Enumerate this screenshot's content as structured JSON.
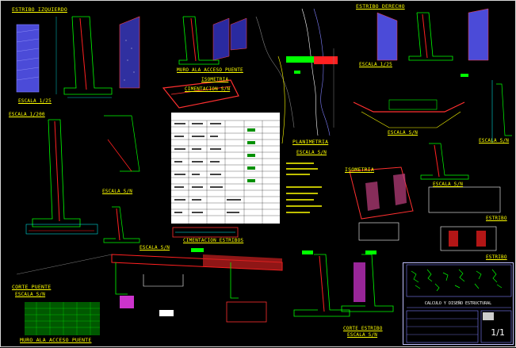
{
  "labels": {
    "estribo_izquierdo": "ESTRIBO IZQUIERDO",
    "estribo_derecho": "ESTRIBO DERECHO",
    "escala_top_left": "ESCALA 1/25",
    "escala_left": "ESCALA 1/200",
    "escala_right_top": "ESCALA 1/25",
    "muro_ala_top": "MURO ALA ACCESO PUENTE",
    "isometria_top": "ISOMETRIA",
    "cimentacion_top": "CIMENTACION S/N",
    "planimetria": "PLANIMETRIA",
    "escala_planimetria": "ESCALA S/N",
    "escala_sn_1": "ESCALA S/N",
    "escala_sn_2": "ESCALA S/N",
    "escala_sn_3": "ESCALA S/N",
    "escala_sn_4": "ESCALA S/N",
    "escala_sn_5": "ESCALA S/N",
    "isometria_right": "ISOMETRIA",
    "estribo_r1": "ESTRIBO",
    "estribo_r2": "ESTRIBO",
    "cimentacion_estribos": "CIMENTACION ESTRIBOS",
    "corte_puente": "CORTE PUENTE",
    "escala_corte": "ESCALA S/N",
    "muro_ala_bottom": "MURO ALA ACCESO PUENTE",
    "corte_estribo": "CORTE ESTRIBO",
    "escala_corte_estribo": "ESCALA S/N"
  },
  "title_block": {
    "project": "CALCULO Y DISEÑO ESTRUCTURAL",
    "sheet": "1/1"
  },
  "colors": {
    "background": "#000000",
    "label": "#ffff00",
    "rebar": "#ff0000",
    "concrete": "#00ff00",
    "dimension": "#00ffff",
    "hatch_blue": "#6060ff",
    "magenta": "#ff40ff"
  }
}
